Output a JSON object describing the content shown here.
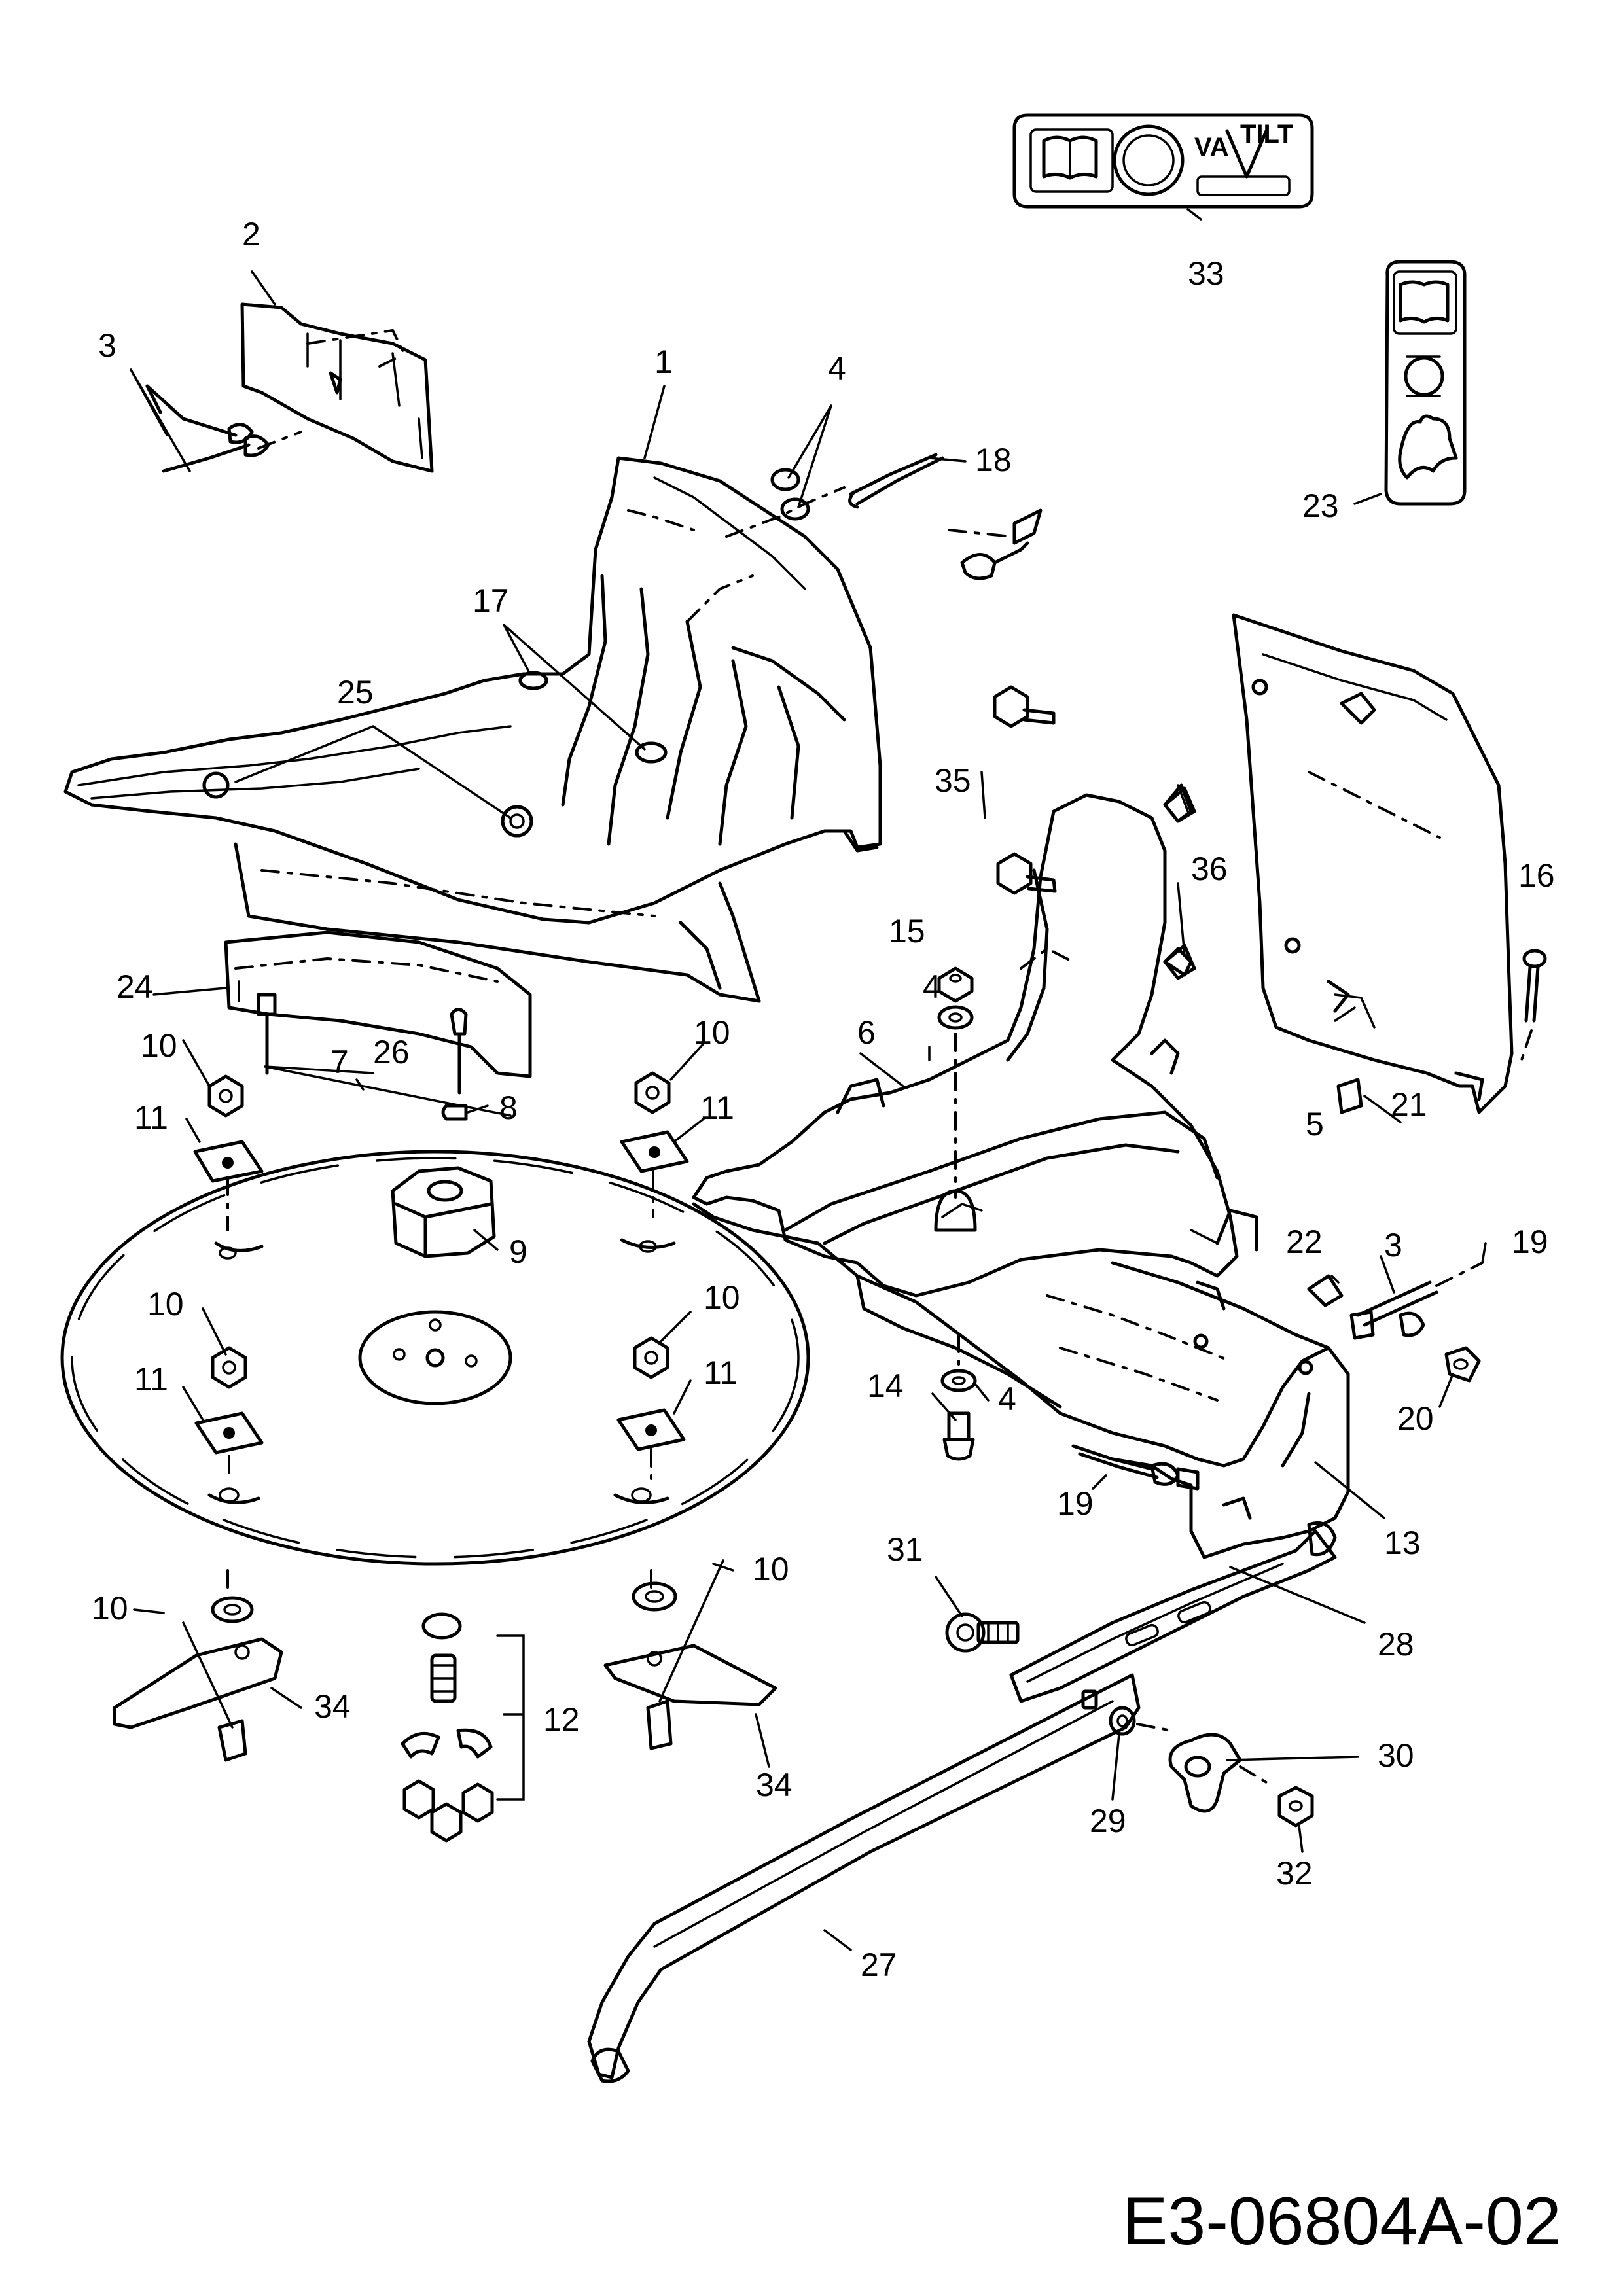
{
  "drawing": {
    "code": "E3-06804A-02"
  },
  "parts": [
    {
      "id": "mower-deck-housing",
      "number": "1"
    },
    {
      "id": "deflector-flap",
      "number": "2"
    },
    {
      "id": "cotter-pin-left",
      "number": "3"
    },
    {
      "id": "cotter-pin-right",
      "number": "3"
    },
    {
      "id": "washer-top",
      "number": "4"
    },
    {
      "id": "washer-seat",
      "number": "4"
    },
    {
      "id": "washer-lower",
      "number": "4"
    },
    {
      "id": "side-shield",
      "number": "5"
    },
    {
      "id": "chassis-frame",
      "number": "6"
    },
    {
      "id": "blade-disc",
      "number": "7"
    },
    {
      "id": "clip-pin",
      "number": "8"
    },
    {
      "id": "hub-adapter",
      "number": "9"
    },
    {
      "id": "nut-a",
      "number": "10"
    },
    {
      "id": "nut-b",
      "number": "10"
    },
    {
      "id": "nut-c",
      "number": "10"
    },
    {
      "id": "nut-d",
      "number": "10"
    },
    {
      "id": "nut-e",
      "number": "10"
    },
    {
      "id": "nut-f",
      "number": "10"
    },
    {
      "id": "clamp-plate-a",
      "number": "11"
    },
    {
      "id": "clamp-plate-b",
      "number": "11"
    },
    {
      "id": "clamp-plate-c",
      "number": "11"
    },
    {
      "id": "clamp-plate-d",
      "number": "11"
    },
    {
      "id": "hardware-kit",
      "number": "12"
    },
    {
      "id": "lower-frame",
      "number": "13"
    },
    {
      "id": "shoulder-bolt",
      "number": "14"
    },
    {
      "id": "lock-nut-top",
      "number": "15"
    },
    {
      "id": "cotter-pin-shield",
      "number": "16"
    },
    {
      "id": "washers-deck",
      "number": "17"
    },
    {
      "id": "cotter-pin-rear",
      "number": "18"
    },
    {
      "id": "cotter-pin-side",
      "number": "19"
    },
    {
      "id": "cotter-pin-frame",
      "number": "19"
    },
    {
      "id": "plug-bolt",
      "number": "20"
    },
    {
      "id": "spring-clip",
      "number": "21"
    },
    {
      "id": "clip-nut",
      "number": "22"
    },
    {
      "id": "warning-decal-vertical",
      "number": "23"
    },
    {
      "id": "front-skirt",
      "number": "24"
    },
    {
      "id": "grommets",
      "number": "25"
    },
    {
      "id": "rivets",
      "number": "26"
    },
    {
      "id": "tow-handle",
      "number": "27"
    },
    {
      "id": "adjust-rail",
      "number": "28"
    },
    {
      "id": "split-washer",
      "number": "29"
    },
    {
      "id": "wing-knob",
      "number": "30"
    },
    {
      "id": "carriage-bolt",
      "number": "31"
    },
    {
      "id": "knob-nut",
      "number": "32"
    },
    {
      "id": "warning-decal-horizontal",
      "number": "33"
    },
    {
      "id": "blade-left",
      "number": "34"
    },
    {
      "id": "blade-right",
      "number": "34"
    },
    {
      "id": "frame-bolts",
      "number": "35"
    },
    {
      "id": "mounting-brackets",
      "number": "36"
    }
  ],
  "decal_art": {
    "brand_mark": "VA",
    "brand_mark_2": "TILT"
  },
  "colors": {
    "ink": "#000000",
    "paper": "#ffffff"
  }
}
